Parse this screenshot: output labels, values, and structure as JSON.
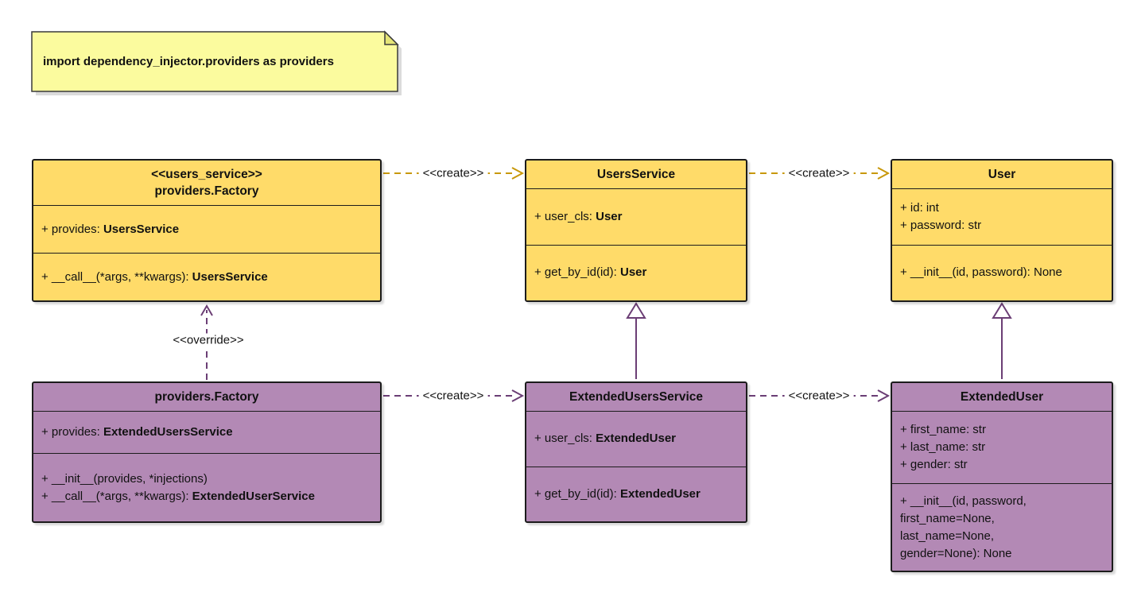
{
  "note": {
    "text": "import dependency_injector.providers as providers"
  },
  "edges": {
    "create_users_service": "<<create>>",
    "create_user": "<<create>>",
    "override": "<<override>>",
    "create_extended_users_service": "<<create>>",
    "create_extended_user": "<<create>>"
  },
  "classes": {
    "factory_users": {
      "stereotype": "<<users_service>>",
      "title": "providers.Factory",
      "attributes": [
        {
          "text": "+ provides: ",
          "emph": "UsersService"
        }
      ],
      "methods": [
        {
          "text": "+ __call__(*args, **kwargs): ",
          "emph": "UsersService"
        }
      ]
    },
    "users_service": {
      "title": "UsersService",
      "attributes": [
        {
          "text": "+ user_cls: ",
          "emph": "User"
        }
      ],
      "methods": [
        {
          "text": "+ get_by_id(id): ",
          "emph": "User"
        }
      ]
    },
    "user": {
      "title": "User",
      "attributes": [
        {
          "text": "+ id: int"
        },
        {
          "text": "+ password: str"
        }
      ],
      "methods": [
        {
          "text": "+ __init__(id, password): None"
        }
      ]
    },
    "factory_extended": {
      "title": "providers.Factory",
      "attributes": [
        {
          "text": "+ provides: ",
          "emph": "ExtendedUsersService"
        }
      ],
      "methods": [
        {
          "text": "+ __init__(provides, *injections)"
        },
        {
          "text": "+ __call__(*args, **kwargs): ",
          "emph": "ExtendedUserService"
        }
      ]
    },
    "extended_users_service": {
      "title": "ExtendedUsersService",
      "attributes": [
        {
          "text": "+ user_cls: ",
          "emph": "ExtendedUser"
        }
      ],
      "methods": [
        {
          "text": "+ get_by_id(id): ",
          "emph": "ExtendedUser"
        }
      ]
    },
    "extended_user": {
      "title": "ExtendedUser",
      "attributes": [
        {
          "text": "+ first_name: str"
        },
        {
          "text": "+ last_name: str"
        },
        {
          "text": "+ gender: str"
        }
      ],
      "methods": [
        {
          "text": "+ __init__(id, password,"
        },
        {
          "text": "first_name=None,"
        },
        {
          "text": "last_name=None,"
        },
        {
          "text": "gender=None): None"
        }
      ]
    }
  },
  "colors": {
    "yellow_fill": "#FFDB69",
    "purple_fill": "#B389B5",
    "note_fill": "#FBFB9E",
    "yellow_edge": "#C8980A",
    "purple_edge": "#6B3E75",
    "border": "#1C1C1C"
  }
}
